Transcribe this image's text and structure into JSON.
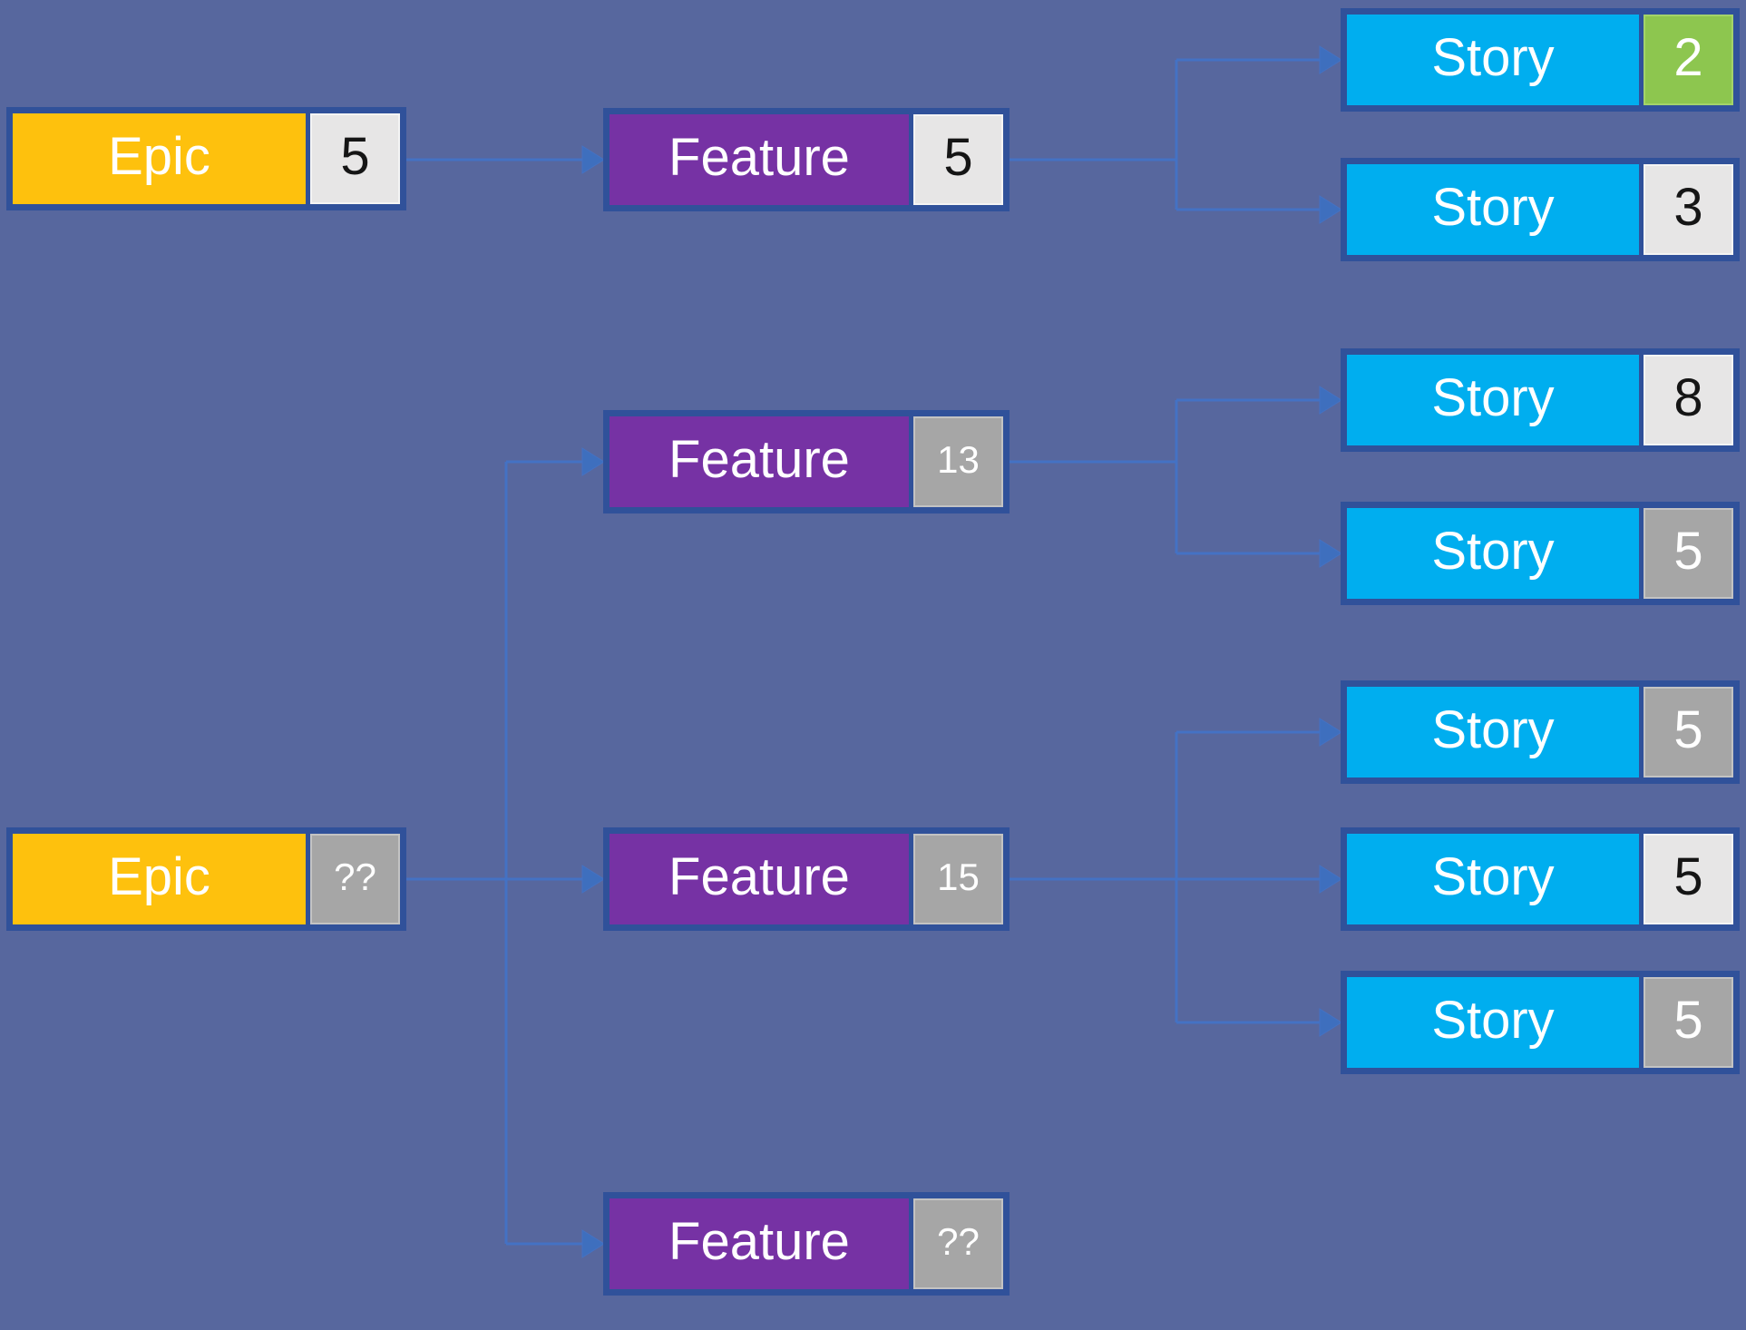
{
  "diagram": {
    "kind": "work-item-hierarchy",
    "nodes": [
      {
        "id": "epic-1",
        "type": "Epic",
        "label": "Epic",
        "value": "5",
        "badge_style": "light"
      },
      {
        "id": "feature-1",
        "type": "Feature",
        "label": "Feature",
        "value": "5",
        "badge_style": "light"
      },
      {
        "id": "story-1",
        "type": "Story",
        "label": "Story",
        "value": "2",
        "badge_style": "green"
      },
      {
        "id": "story-2",
        "type": "Story",
        "label": "Story",
        "value": "3",
        "badge_style": "light"
      },
      {
        "id": "feature-2",
        "type": "Feature",
        "label": "Feature",
        "value": "13",
        "badge_style": "gray-small"
      },
      {
        "id": "story-3",
        "type": "Story",
        "label": "Story",
        "value": "8",
        "badge_style": "light"
      },
      {
        "id": "story-4",
        "type": "Story",
        "label": "Story",
        "value": "5",
        "badge_style": "gray"
      },
      {
        "id": "epic-2",
        "type": "Epic",
        "label": "Epic",
        "value": "??",
        "badge_style": "gray-small"
      },
      {
        "id": "feature-3",
        "type": "Feature",
        "label": "Feature",
        "value": "15",
        "badge_style": "gray-small"
      },
      {
        "id": "story-5",
        "type": "Story",
        "label": "Story",
        "value": "5",
        "badge_style": "gray"
      },
      {
        "id": "story-6",
        "type": "Story",
        "label": "Story",
        "value": "5",
        "badge_style": "light"
      },
      {
        "id": "story-7",
        "type": "Story",
        "label": "Story",
        "value": "5",
        "badge_style": "gray"
      },
      {
        "id": "feature-4",
        "type": "Feature",
        "label": "Feature",
        "value": "??",
        "badge_style": "gray-small"
      }
    ],
    "edges": [
      {
        "from": "epic-1",
        "to": "feature-1"
      },
      {
        "from": "feature-1",
        "to": "story-1"
      },
      {
        "from": "feature-1",
        "to": "story-2"
      },
      {
        "from": "feature-2",
        "to": "story-3"
      },
      {
        "from": "feature-2",
        "to": "story-4"
      },
      {
        "from": "epic-2",
        "to": "feature-2"
      },
      {
        "from": "epic-2",
        "to": "feature-3"
      },
      {
        "from": "epic-2",
        "to": "feature-4"
      },
      {
        "from": "feature-3",
        "to": "story-5"
      },
      {
        "from": "feature-3",
        "to": "story-6"
      },
      {
        "from": "feature-3",
        "to": "story-7"
      }
    ],
    "colors": {
      "background": "#57679E",
      "epic": "#FEC10D",
      "feature": "#7632A4",
      "story": "#00AEEF",
      "badge_light": "#E7E6E6",
      "badge_gray": "#A6A6A6",
      "badge_green": "#8DC64F",
      "node_border": "#30519A",
      "connector": "#4472C4",
      "arrowhead": "#3E6FBE"
    }
  }
}
